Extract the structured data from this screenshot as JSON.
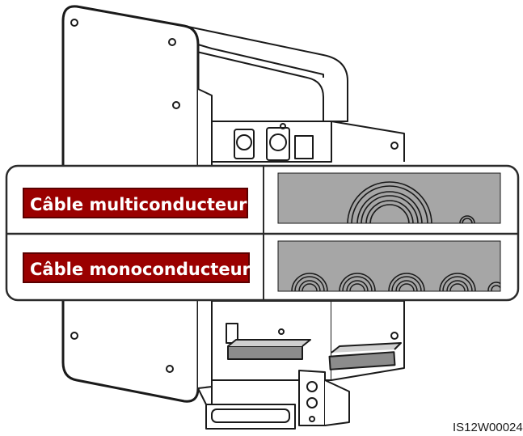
{
  "labels": {
    "multi_core": "Câble multiconducteur",
    "single_core": "Câble monoconducteur"
  },
  "figure_code": "IS12W00024",
  "colors": {
    "label_bg": "#9a0000",
    "label_border": "#5a0000",
    "label_text": "#ffffff",
    "callout_border": "#2b2b2b",
    "panel_fill": "#a6a6a6",
    "outline": "#1a1a1a"
  },
  "icons": [
    "cable-gland-icon"
  ]
}
